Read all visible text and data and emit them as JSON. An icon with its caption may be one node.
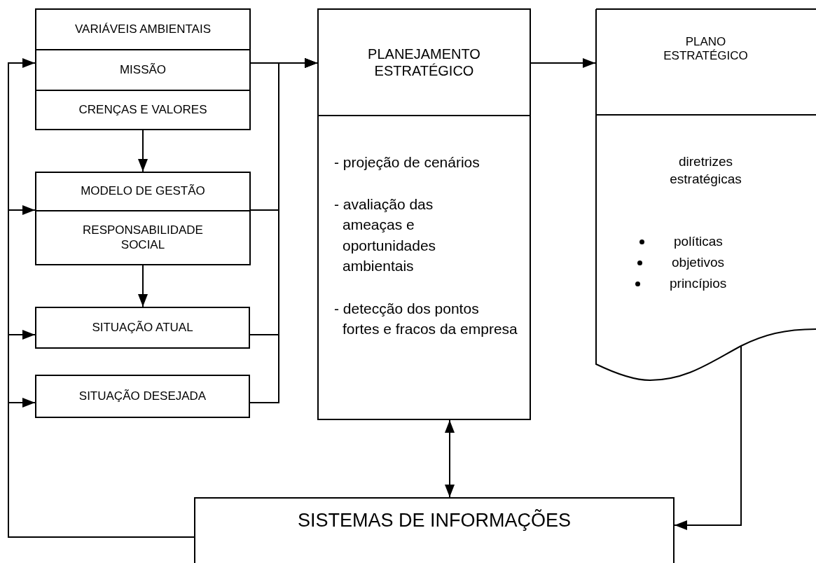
{
  "diagram": {
    "nodes": [
      {
        "text": [
          "VARIÁVEIS AMBIENTAIS"
        ]
      },
      {
        "text": [
          "MISSÃO"
        ]
      },
      {
        "text": [
          "CRENÇAS E VALORES"
        ]
      },
      {
        "text": [
          "MODELO DE GESTÃO"
        ]
      },
      {
        "text": [
          "RESPONSABILIDADE SOCIAL"
        ]
      },
      {
        "text": [
          "SITUAÇÃO ATUAL"
        ]
      },
      {
        "text": [
          "SITUAÇÃO DESEJADA"
        ]
      },
      {
        "text": [
          "PLANEJAMENTO ESTRATÉGICO",
          "- projeção de cenários",
          "- avaliação das ameaças e oportunidades ambientais",
          "- detecção dos pontos fortes e fracos da empresa"
        ]
      },
      {
        "text": [
          "PLANO ESTRATÉGICO",
          "diretrizes estratégicas",
          "políticas",
          "objetivos",
          "princípios"
        ]
      },
      {
        "text": [
          "SISTEMAS DE INFORMAÇÕES"
        ]
      }
    ],
    "edges": [
      {
        "from": 1,
        "to": 7,
        "arrow": "to"
      },
      {
        "from": 3,
        "to": 7,
        "arrow": "to"
      },
      {
        "from": 5,
        "to": 7,
        "arrow": "to"
      },
      {
        "from": 6,
        "to": 7,
        "arrow": "to"
      },
      {
        "from": 2,
        "to": 3,
        "arrow": "to"
      },
      {
        "from": 4,
        "to": 5,
        "arrow": "to"
      },
      {
        "from": 9,
        "to": 1,
        "arrow": "to"
      },
      {
        "from": 9,
        "to": 3,
        "arrow": "to"
      },
      {
        "from": 9,
        "to": 5,
        "arrow": "to"
      },
      {
        "from": 9,
        "to": 6,
        "arrow": "to"
      },
      {
        "from": 7,
        "to": 8,
        "arrow": "to"
      },
      {
        "from": 7,
        "to": 9,
        "arrow": "both"
      },
      {
        "from": 8,
        "to": 9,
        "arrow": "to"
      }
    ]
  }
}
